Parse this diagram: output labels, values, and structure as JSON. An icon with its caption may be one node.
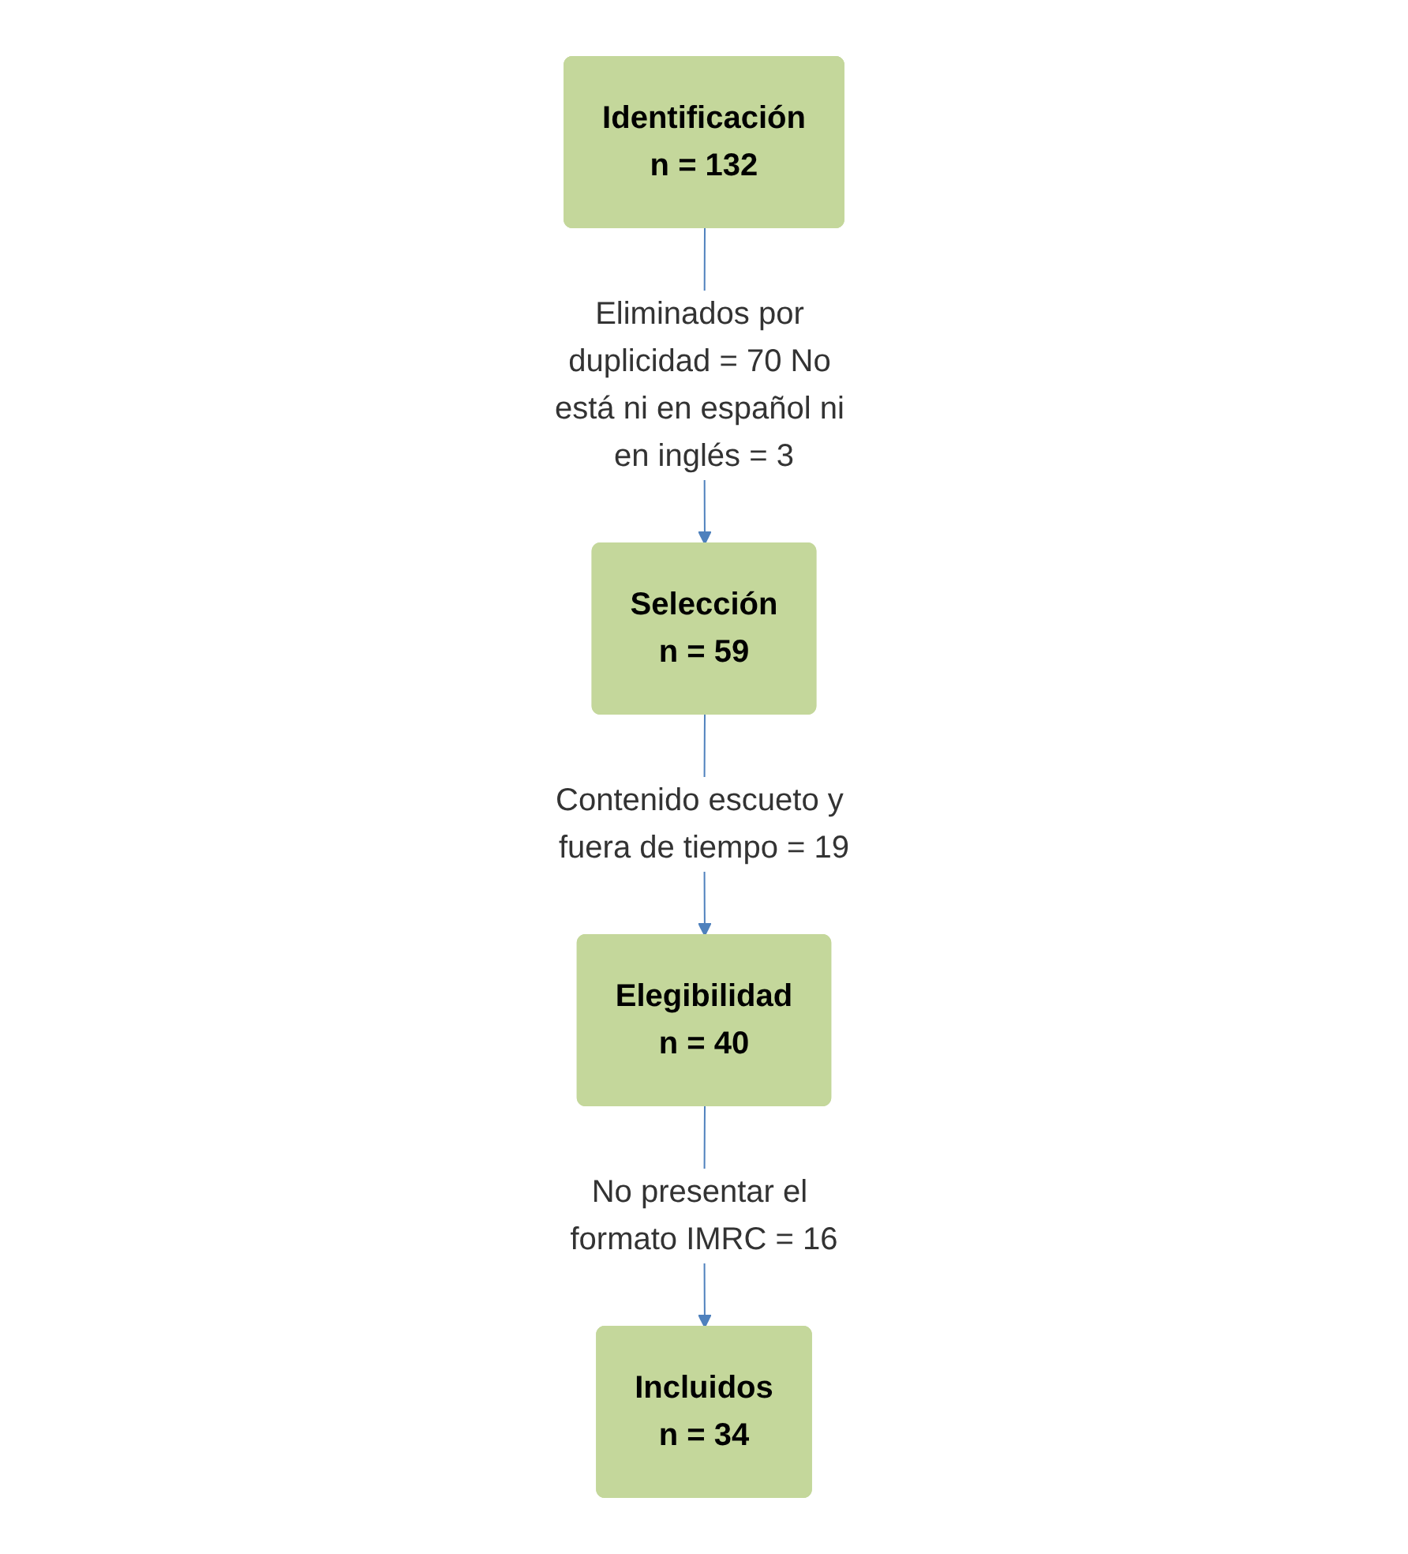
{
  "diagram": {
    "nodes": [
      {
        "text": [
          "Identificación",
          "n = 132"
        ]
      },
      {
        "text": [
          "Selección",
          "n = 59"
        ]
      },
      {
        "text": [
          "Elegibilidad",
          "n = 40"
        ]
      },
      {
        "text": [
          "Incluidos",
          "n = 34"
        ]
      }
    ],
    "edges": [
      {
        "from": 0,
        "to": 1,
        "arrow": "to",
        "label": "Eliminados por duplicidad = 70 No está ni en español ni en inglés = 3"
      },
      {
        "from": 1,
        "to": 2,
        "arrow": "to",
        "label": "Contenido escueto y fuera de tiempo = 19"
      },
      {
        "from": 2,
        "to": 3,
        "arrow": "to",
        "label": "No presentar el formato IMRC = 16"
      }
    ]
  }
}
